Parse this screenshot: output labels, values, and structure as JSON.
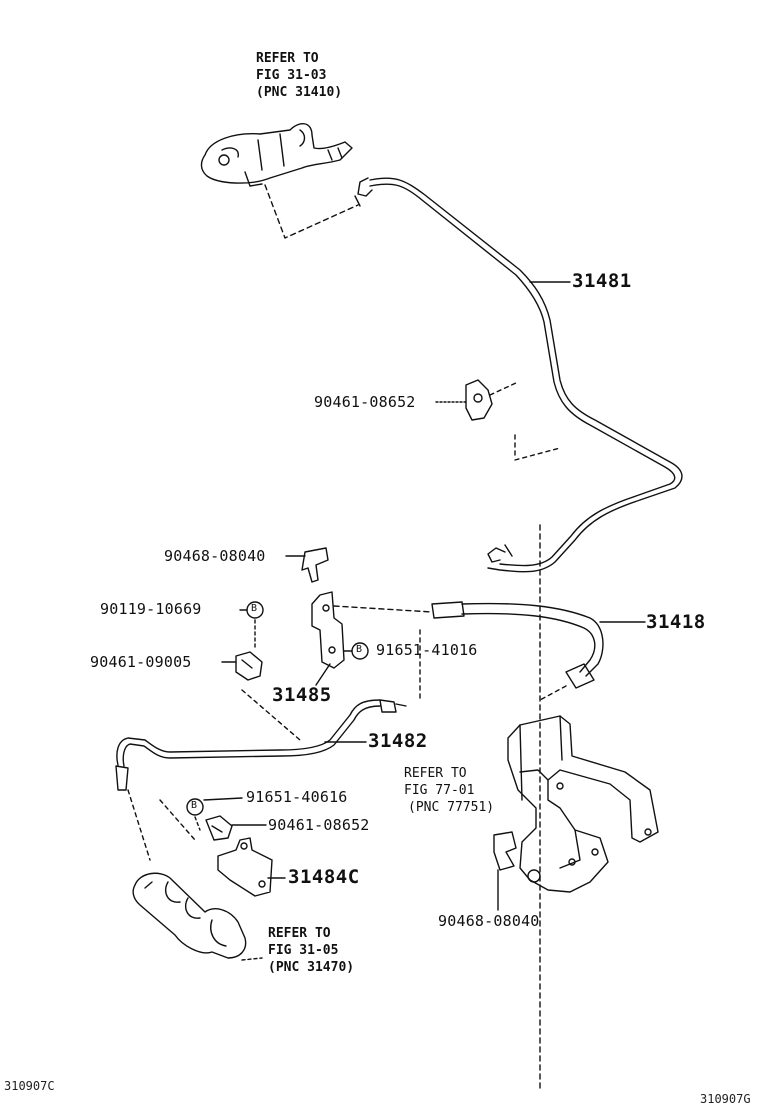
{
  "diagram": {
    "part_labels": {
      "p31481": "31481",
      "p90461_08652_top": "90461-08652",
      "p90468_08040_left": "90468-08040",
      "p90119_10669": "90119-10669",
      "p90461_09005": "90461-09005",
      "p91651_41016": "91651-41016",
      "p31418": "31418",
      "p31485": "31485",
      "p31482": "31482",
      "p91651_40616": "91651-40616",
      "p90461_08652_bottom": "90461-08652",
      "p31484C": "31484C",
      "p90468_08040_bottom": "90468-08040"
    },
    "refer_top": {
      "line1": "REFER TO",
      "line2": "FIG 31-03",
      "line3": "(PNC 31410)"
    },
    "refer_right": {
      "line1": "REFER TO",
      "line2": "FIG 77-01",
      "line3": "(PNC 77751)"
    },
    "refer_bottom": {
      "line1": "REFER TO",
      "line2": "FIG 31-05",
      "line3": "(PNC 31470)"
    },
    "bolt_marker": "B",
    "footer_left": "310907C",
    "footer_right": "310907G"
  }
}
